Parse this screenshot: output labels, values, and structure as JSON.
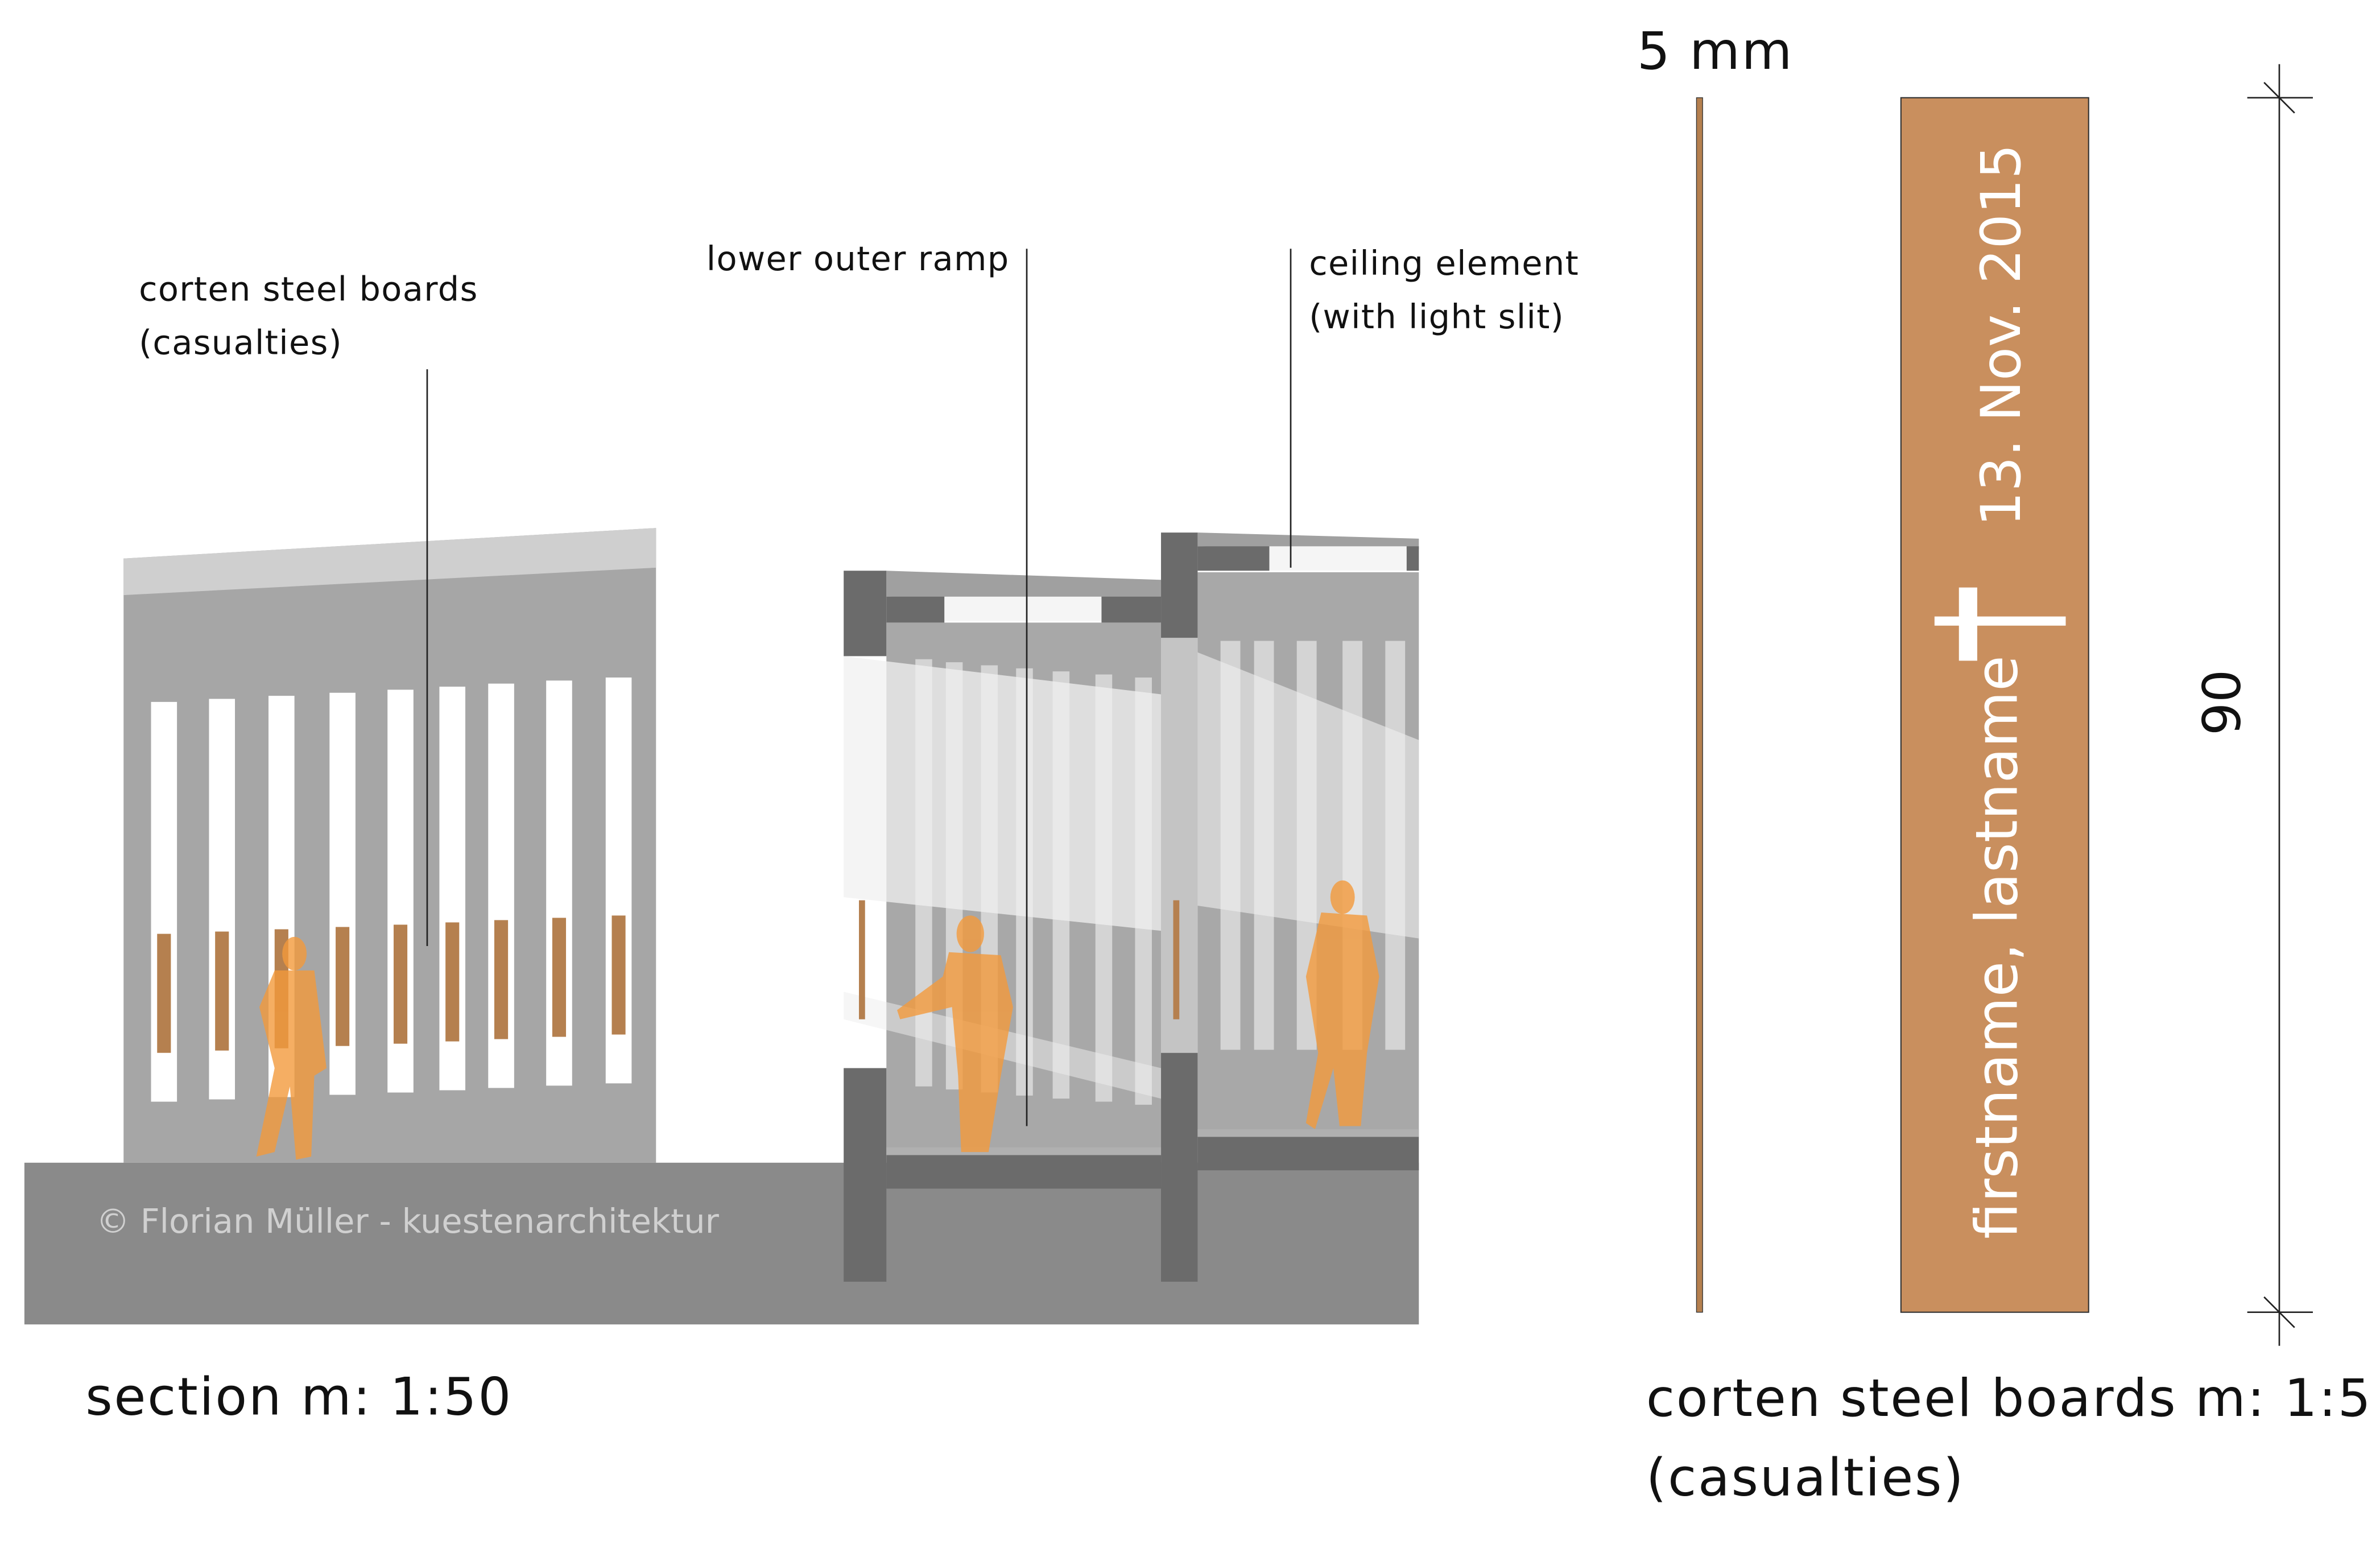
{
  "section": {
    "title": "section m: 1:50",
    "copyright": "© Florian Müller - kuestenarchitektur",
    "labels": {
      "corten_line1": "corten steel boards",
      "corten_line2": "(casualties)",
      "ramp": "lower outer ramp",
      "ceiling_line1": "ceiling element",
      "ceiling_line2": "(with light slit)"
    }
  },
  "detail": {
    "thickness_label": "5 mm",
    "board_date": "13. Nov. 2015",
    "board_name": "firstname, lastname",
    "dimension": "90",
    "title_line1": "corten steel boards m: 1:5",
    "title_line2": "(casualties)"
  },
  "colors": {
    "corten": "#b5804f",
    "concrete": "#a6a6a6",
    "structure": "#6b6b6b",
    "ground": "#8a8a8a",
    "figure": "#f39a3c"
  }
}
